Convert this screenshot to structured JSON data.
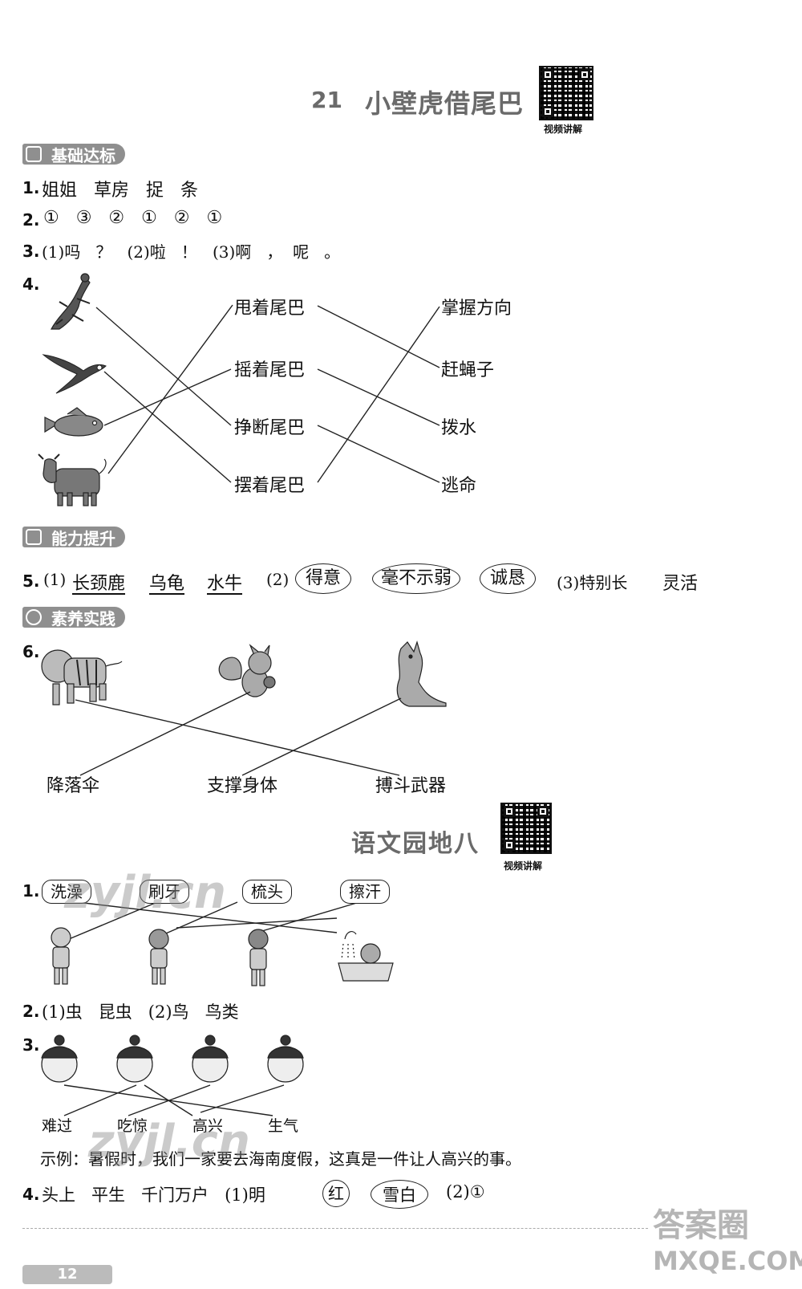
{
  "lesson21": {
    "number": "21",
    "title": "小壁虎借尾巴",
    "qr_caption": "视频讲解"
  },
  "sections": {
    "basic": "基础达标",
    "ability": "能力提升",
    "practice": "素养实践"
  },
  "q1": {
    "num": "1.",
    "text": "姐姐   草房   捉   条"
  },
  "q2": {
    "num": "2.",
    "text": "①   ③   ②   ①   ②   ①"
  },
  "q3": {
    "num": "3.",
    "text": "(1)吗   ？   (2)啦   ！   (3)啊   ，  呢   。"
  },
  "q4": {
    "num": "4.",
    "animals": [
      "gecko-icon",
      "swallow-icon",
      "fish-icon",
      "ox-icon"
    ],
    "middle": [
      "甩着尾巴",
      "摇着尾巴",
      "挣断尾巴",
      "摆着尾巴"
    ],
    "right": [
      "掌握方向",
      "赶蝇子",
      "拨水",
      "逃命"
    ]
  },
  "q5": {
    "num": "5.",
    "part1_label": "(1)",
    "part1_words": [
      "长颈鹿",
      "乌龟",
      "水牛"
    ],
    "part2_label": "(2)",
    "part2_circled": [
      "得意",
      "毫不示弱",
      "诚恳"
    ],
    "part3_label": "(3)特别长",
    "part3_word": "灵活"
  },
  "q6": {
    "num": "6.",
    "animals": [
      "tiger-icon",
      "squirrel-icon",
      "kangaroo-icon"
    ],
    "labels": [
      "降落伞",
      "支撑身体",
      "搏斗武器"
    ]
  },
  "garden8": {
    "title": "语文园地八",
    "qr_caption": "视频讲解",
    "g1": {
      "num": "1.",
      "tags": [
        "洗澡",
        "刷牙",
        "梳头",
        "擦汗"
      ]
    },
    "g2": {
      "num": "2.",
      "text": "(1)虫   昆虫   (2)鸟   鸟类"
    },
    "g3": {
      "num": "3.",
      "labels": [
        "难过",
        "吃惊",
        "高兴",
        "生气"
      ],
      "example": "示例：暑假时，我们一家要去海南度假，这真是一件让人高兴的事。"
    },
    "g4": {
      "num": "4.",
      "text1": "头上   平生   千门万户   (1)明",
      "circled1": "红",
      "circled2": "雪白",
      "text2": "(2)①"
    }
  },
  "footer": {
    "page": "12"
  },
  "watermarks": [
    "zyjl.cn",
    "zyjl.cn",
    "答案圈",
    "MXQE.COM"
  ]
}
